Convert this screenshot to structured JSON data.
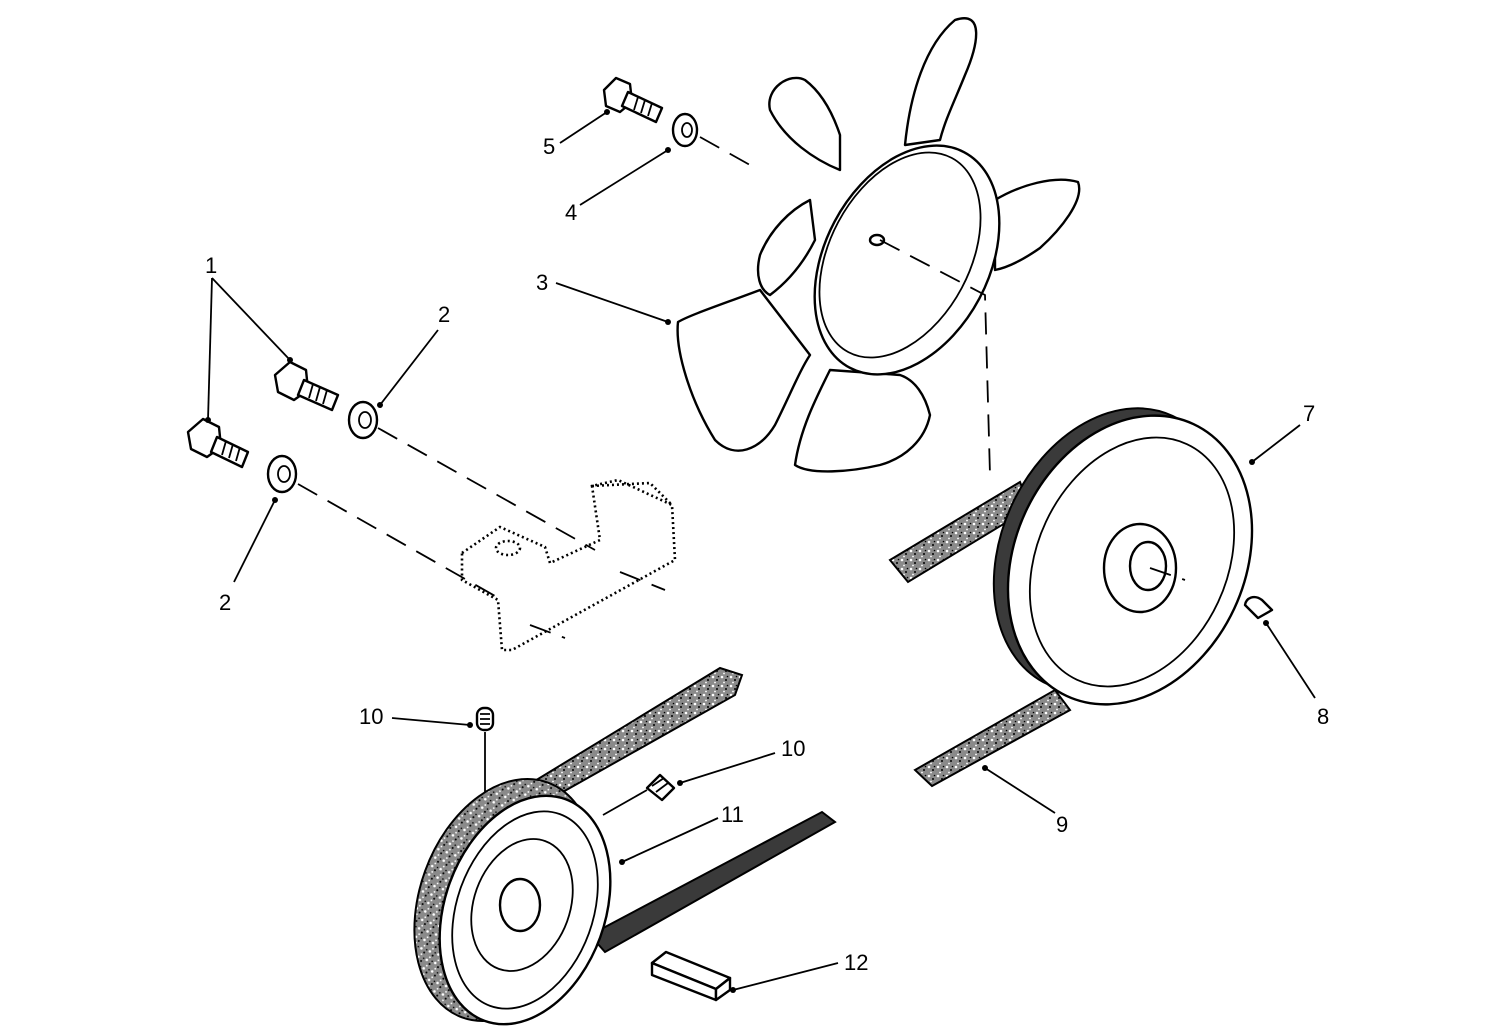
{
  "callouts": {
    "c1": "1",
    "c2a": "2",
    "c2b": "2",
    "c3": "3",
    "c4": "4",
    "c5": "5",
    "c7": "7",
    "c8": "8",
    "c9": "9",
    "c10a": "10",
    "c10b": "10",
    "c11": "11",
    "c12": "12"
  }
}
